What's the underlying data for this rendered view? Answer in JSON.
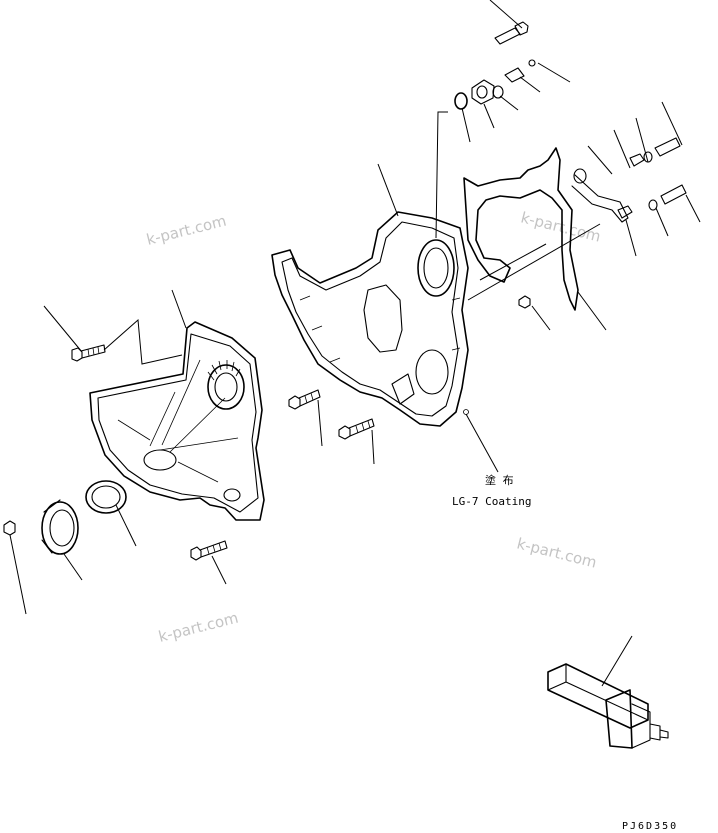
{
  "watermarks": [
    "k-part.com",
    "k-part.com",
    "k-part.com",
    "k-part.com"
  ],
  "coating_note": {
    "jp": "塗 布",
    "en": "LG-7 Coating"
  },
  "drawing_code": "PJ6D350"
}
